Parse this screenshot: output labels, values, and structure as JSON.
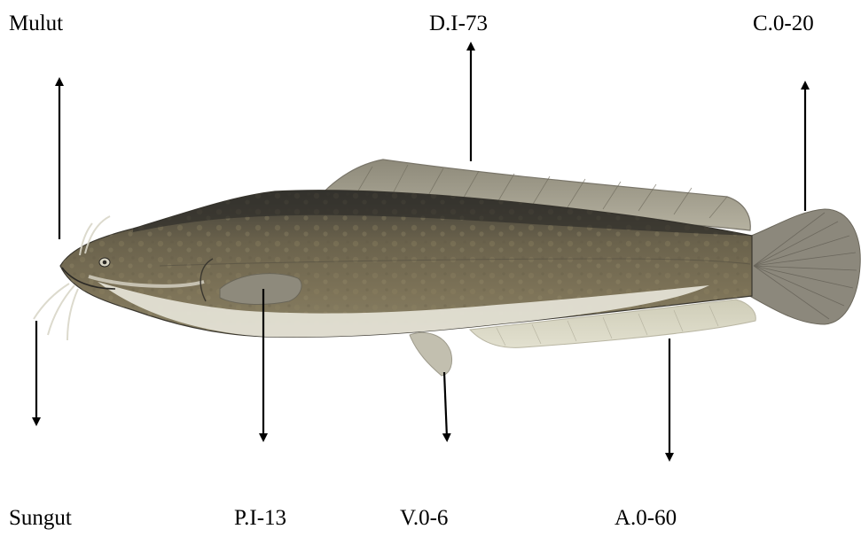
{
  "labels": {
    "mulut": "Mulut",
    "dorsal": "D.I-73",
    "caudal": "C.0-20",
    "sungut": "Sungut",
    "pectoral": "P.I-13",
    "ventral": "V.0-6",
    "anal": "A.0-60"
  },
  "colors": {
    "background": "#ffffff",
    "text": "#000000",
    "arrow": "#000000",
    "body": "#6e6650",
    "back": "#3c3a34",
    "belly": "#e8e6dc",
    "fin": "#a9a594"
  }
}
